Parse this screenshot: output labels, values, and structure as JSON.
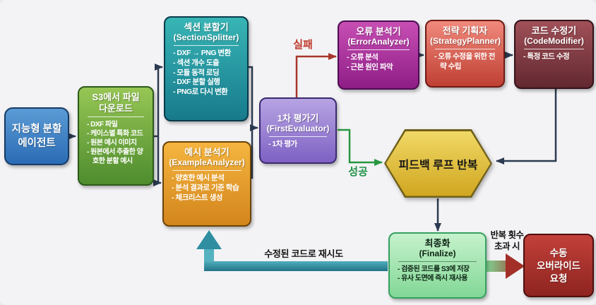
{
  "labels": {
    "fail": "실패",
    "success": "성공",
    "retry": "수정된 코드로 재시도",
    "overflow_line1": "반복 횟수",
    "overflow_line2": "초과 시"
  },
  "nodes": {
    "agent": {
      "title_line1": "지능형 분할",
      "title_line2": "에이전트"
    },
    "s3": {
      "title_line1": "S3에서 파일",
      "title_line2": "다운로드",
      "items": [
        "- DXF 파일",
        "- 케이스별 특화 코드",
        "- 원본 예시 이미지",
        "- 원본에서 추출한 양호한 분할 예시"
      ]
    },
    "section_splitter": {
      "title": "섹션 분할기",
      "subtitle": "(SectionSplitter)",
      "items": [
        "- DXF → PNG 변환",
        "- 섹션 개수 도출",
        "- 모듈 동적 로딩",
        "- DXF 분할 실행",
        "- PNG로 다시 변환"
      ]
    },
    "example_analyzer": {
      "title": "예시 분석기",
      "subtitle": "(ExampleAnalyzer)",
      "items": [
        "- 양호한 예시 분석",
        "- 분석 결과로 기준 학습",
        "- 체크리스트 생성"
      ]
    },
    "first_evaluator": {
      "title": "1차 평가기",
      "subtitle": "(FirstEvaluator)",
      "items": [
        "- 1차 평가"
      ]
    },
    "error_analyzer": {
      "title": "오류 분석기",
      "subtitle": "(ErrorAnalyzer)",
      "items": [
        "- 오류 분석",
        "- 근본 원인 파악"
      ]
    },
    "strategy_planner": {
      "title": "전략 기획자",
      "subtitle": "(StrategyPlanner)",
      "items": [
        "- 오류 수정을 위한 전략 수립"
      ]
    },
    "code_modifier": {
      "title": "코드 수정기",
      "subtitle": "(CodeModifier)",
      "items": [
        "- 특정 코드 수정"
      ]
    },
    "feedback_loop": {
      "title": "피드백 루프 반복"
    },
    "finalize": {
      "title": "최종화",
      "subtitle": "(Finalize)",
      "items": [
        "- 검증된 코드를 S3에 저장",
        "- 유사 도면에 즉시 재사용"
      ]
    },
    "manual_override": {
      "title_line1": "수동",
      "title_line2": "오버라이드",
      "title_line3": "요청"
    }
  },
  "colors": {
    "background": "#f3f3f5",
    "connector_navy": "#2b3a50",
    "fail_red": "#a8372a",
    "success_green": "#27963f",
    "retry_teal": "#2e93a5",
    "overflow_gradient_start": "#7fd392",
    "overflow_gradient_end": "#a8352b",
    "agent_blue": "#2a6cb5",
    "s3_green": "#4e8c2e",
    "splitter_teal": "#177a8c",
    "analyzer_orange": "#d3851c",
    "evaluator_purple": "#7e61c3",
    "error_magenta": "#8e1d86",
    "strategy_salmon": "#bf4033",
    "modifier_maroon": "#622830",
    "loop_gold": "#d0a61f",
    "finalize_green": "#82d796",
    "override_red": "#8e2420"
  }
}
